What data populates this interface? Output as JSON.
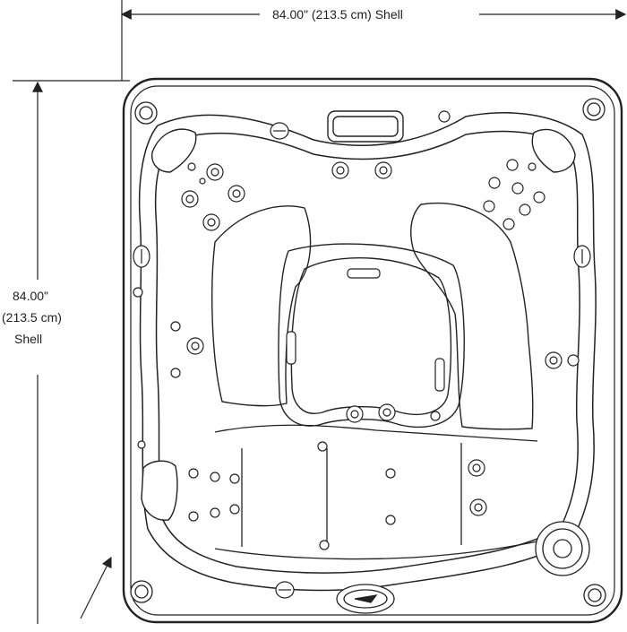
{
  "dimensions": {
    "width_label": "84.00\" (213.5 cm) Shell",
    "height_label_line1": "84.00\"",
    "height_label_line2": "(213.5 cm)",
    "height_label_line3": "Shell"
  },
  "colors": {
    "line": "#222222",
    "background": "#ffffff"
  },
  "icons": {
    "corner": "corner-cup-holder-icon",
    "jet": "jet-icon",
    "valve": "diverter-valve-icon",
    "filter": "filter-icon"
  }
}
